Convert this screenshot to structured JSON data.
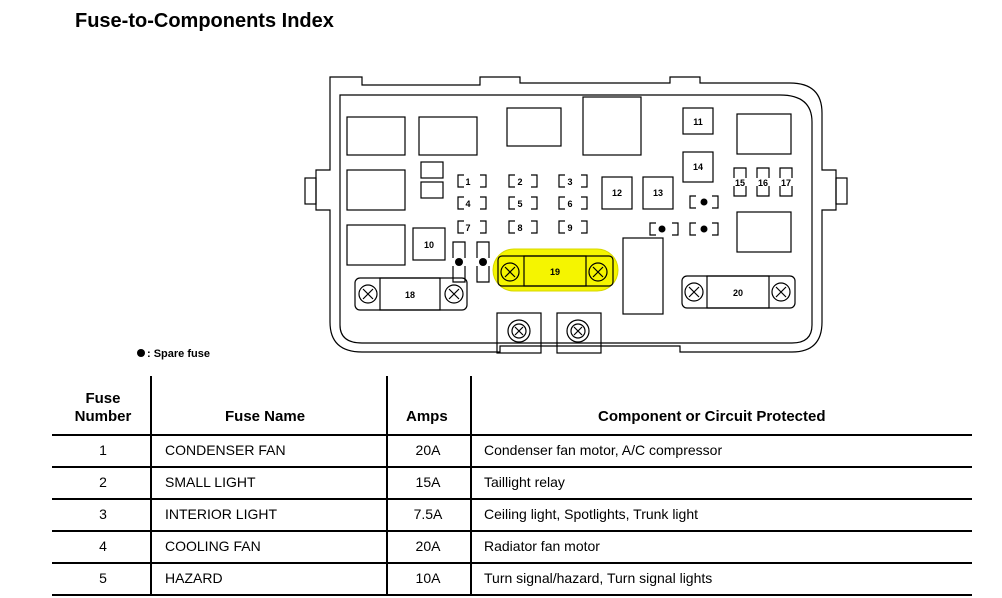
{
  "title": "Fuse-to-Components Index",
  "diagram": {
    "legend_label": ": Spare fuse",
    "highlight_color": "#f5f500",
    "fuse_labels": {
      "f1": "1",
      "f2": "2",
      "f3": "3",
      "f4": "4",
      "f5": "5",
      "f6": "6",
      "f7": "7",
      "f8": "8",
      "f9": "9",
      "f10": "10",
      "f11": "11",
      "f12": "12",
      "f13": "13",
      "f14": "14",
      "f15": "15",
      "f16": "16",
      "f17": "17",
      "f18": "18",
      "f19": "19",
      "f20": "20"
    }
  },
  "table": {
    "headers": {
      "number_line1": "Fuse",
      "number_line2": "Number",
      "name": "Fuse Name",
      "amps": "Amps",
      "component": "Component or Circuit Protected"
    },
    "rows": [
      {
        "number": "1",
        "name": "CONDENSER FAN",
        "amps": "20A",
        "component": "Condenser fan motor, A/C compressor"
      },
      {
        "number": "2",
        "name": "SMALL LIGHT",
        "amps": "15A",
        "component": "Taillight relay"
      },
      {
        "number": "3",
        "name": "INTERIOR LIGHT",
        "amps": "7.5A",
        "component": "Ceiling light, Spotlights, Trunk light"
      },
      {
        "number": "4",
        "name": "COOLING FAN",
        "amps": "20A",
        "component": "Radiator fan motor"
      },
      {
        "number": "5",
        "name": "HAZARD",
        "amps": "10A",
        "component": "Turn signal/hazard, Turn signal lights"
      }
    ]
  }
}
